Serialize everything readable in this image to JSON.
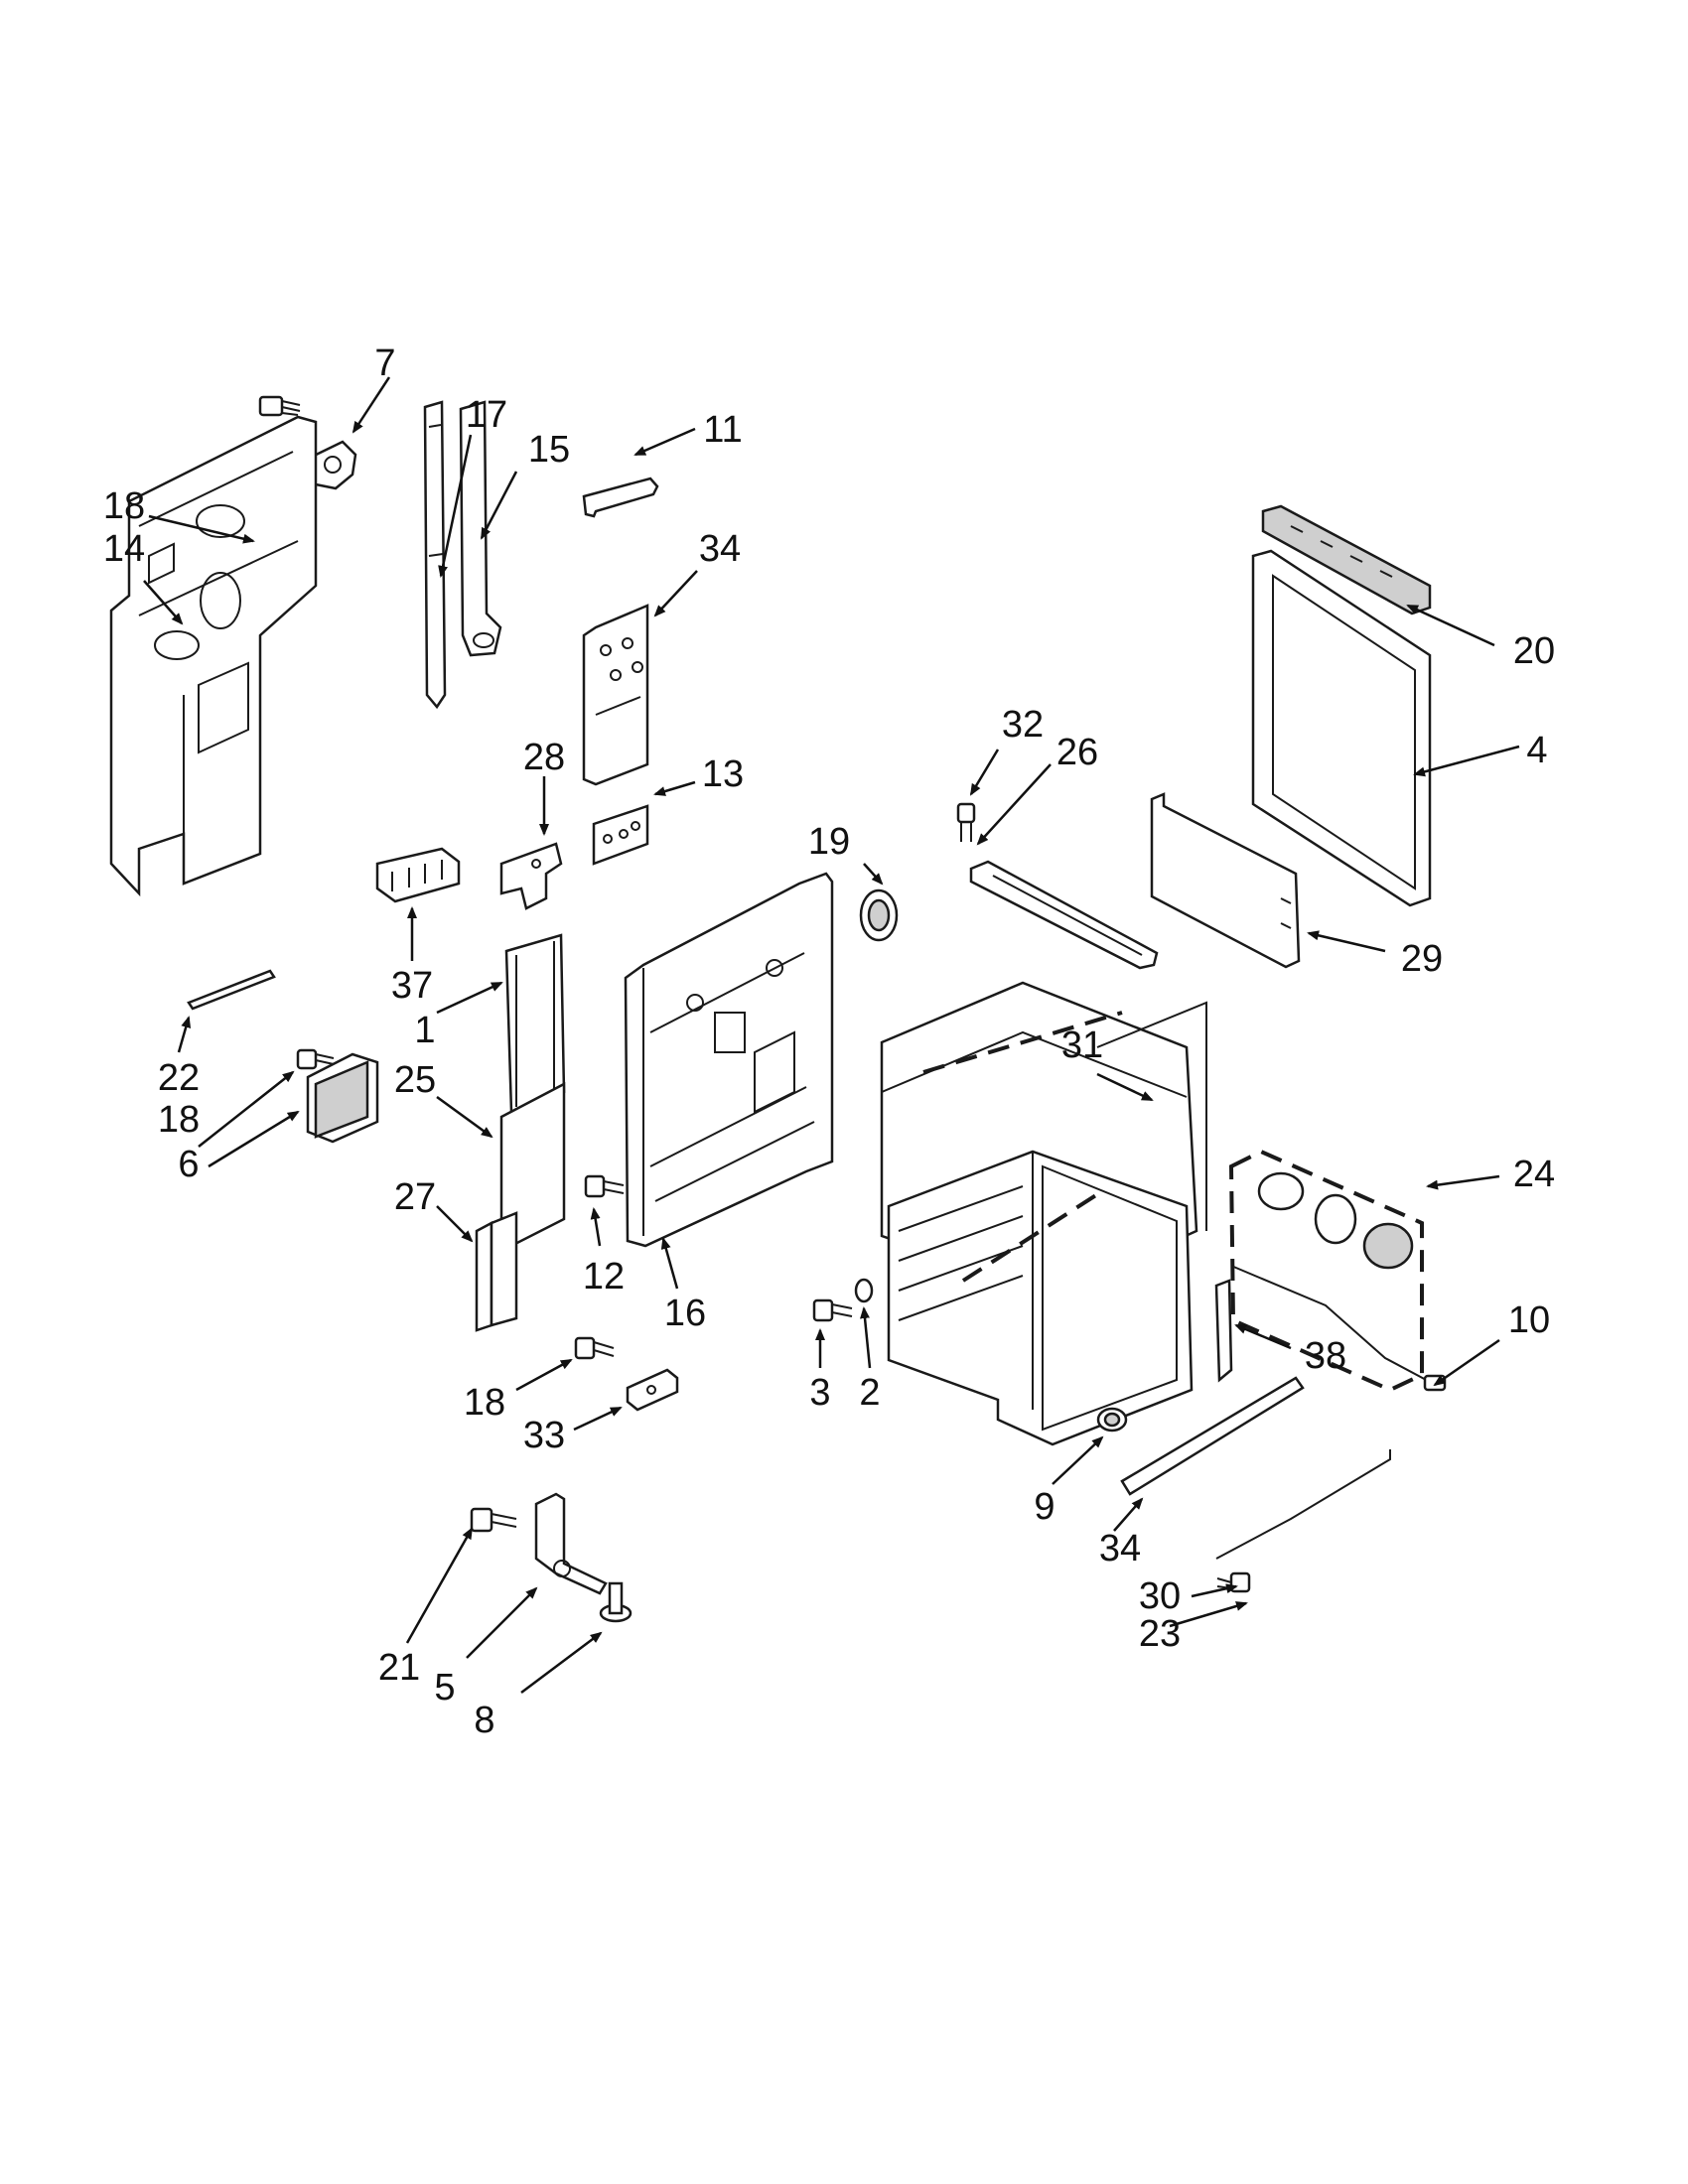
{
  "diagram": {
    "callouts": {
      "c7": "7",
      "c17": "17",
      "c15": "15",
      "c11": "11",
      "c18a": "18",
      "c14": "14",
      "c34a": "34",
      "c20": "20",
      "c32": "32",
      "c26": "26",
      "c4": "4",
      "c28": "28",
      "c13": "13",
      "c19": "19",
      "c37": "37",
      "c29": "29",
      "c1": "1",
      "c22": "22",
      "c18b": "18",
      "c6": "6",
      "c31": "31",
      "c25": "25",
      "c24": "24",
      "c27": "27",
      "c12": "12",
      "c16": "16",
      "c10": "10",
      "c3": "3",
      "c2": "2",
      "c38": "38",
      "c18c": "18",
      "c33": "33",
      "c9": "9",
      "c34b": "34",
      "c30": "30",
      "c23": "23",
      "c21": "21",
      "c5": "5",
      "c8": "8"
    }
  }
}
